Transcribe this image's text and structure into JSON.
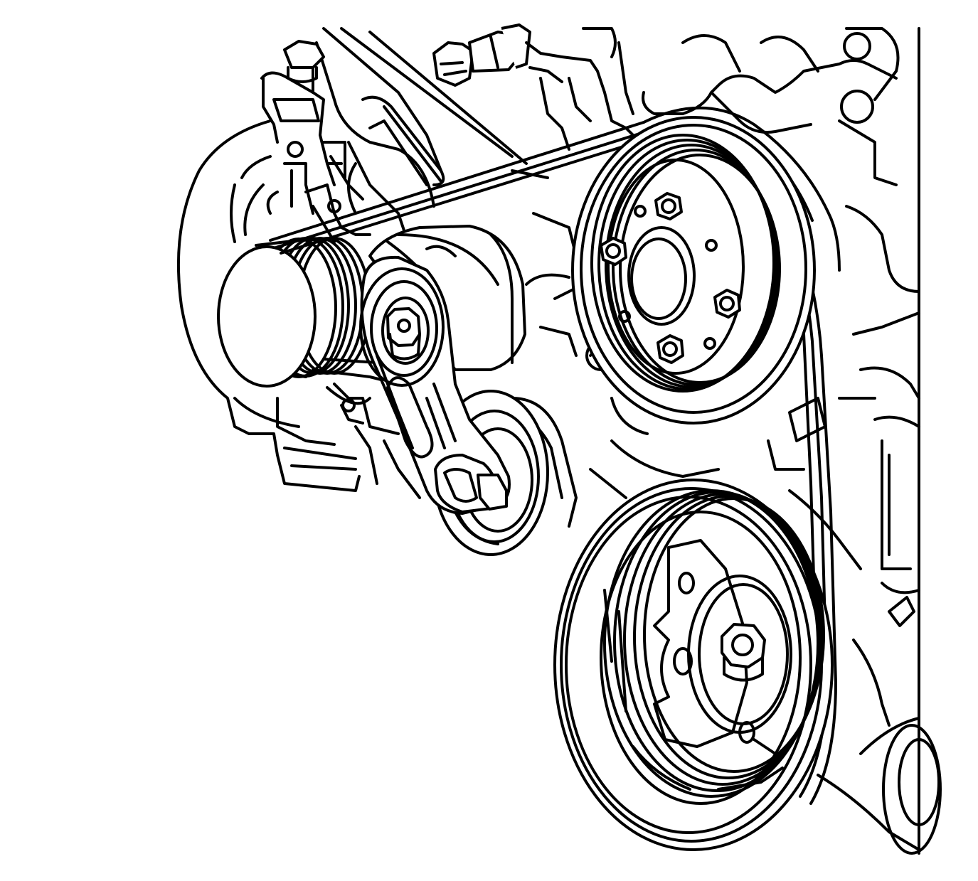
{
  "diagram": {
    "kind": "line-drawing",
    "subject": "engine-accessory-drive-belt",
    "stroke_color": "#000000",
    "background_color": "#ffffff",
    "components": [
      "engine-block",
      "mounting-bracket",
      "alternator",
      "alternator-pulley",
      "belt-tensioner",
      "tensioner-pulley",
      "idler-pulley",
      "water-pump-pulley",
      "crankshaft-balancer",
      "drive-belt",
      "sensor-connector"
    ]
  }
}
